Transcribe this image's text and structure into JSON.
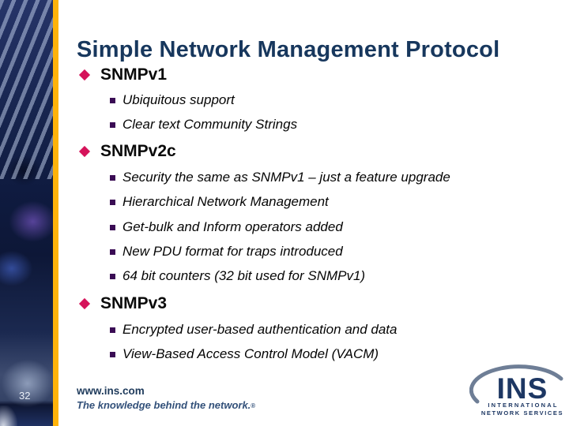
{
  "slide": {
    "title": "Simple Network Management Protocol",
    "page_number": "32",
    "sections": [
      {
        "heading": "SNMPv1",
        "items": [
          "Ubiquitous support",
          "Clear text Community Strings"
        ]
      },
      {
        "heading": "SNMPv2c",
        "items": [
          "Security the same as SNMPv1 – just a feature upgrade",
          "Hierarchical Network Management",
          "Get-bulk and Inform operators added",
          "New PDU format for traps introduced",
          "64 bit counters (32 bit used for SNMPv1)"
        ]
      },
      {
        "heading": "SNMPv3",
        "items": [
          "Encrypted user-based authentication and data",
          "View-Based Access Control Model (VACM)"
        ]
      }
    ],
    "footer": {
      "url": "www.ins.com",
      "tagline": "The knowledge behind the network.",
      "reg_mark": "®"
    },
    "logo": {
      "name": "INS",
      "line1": "INTERNATIONAL",
      "line2": "NETWORK SERVICES"
    }
  },
  "colors": {
    "title_navy": "#17375d",
    "bullet_diamond": "#d5135a",
    "bullet_square": "#3a0c54",
    "accent_yellow": "#ffb30a",
    "logo_navy": "#1d3763",
    "logo_arc": "#6e7e96",
    "sidebar_base": "#0f1b40"
  }
}
